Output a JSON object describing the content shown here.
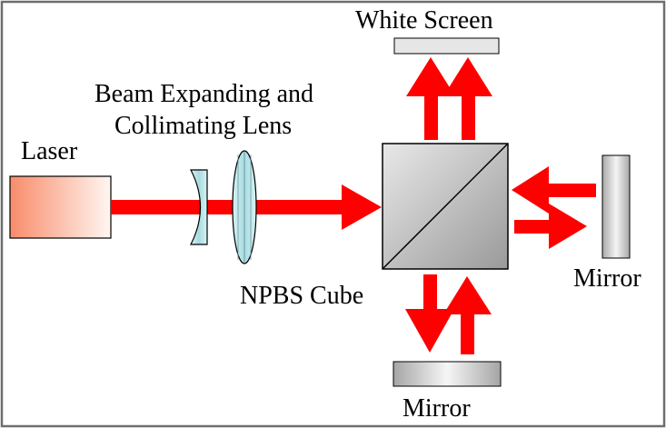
{
  "labels": {
    "laser": "Laser",
    "lens_line1": "Beam Expanding and",
    "lens_line2": "Collimating Lens",
    "cube": "NPBS Cube",
    "screen": "White Screen",
    "mirror_right": "Mirror",
    "mirror_bottom": "Mirror"
  },
  "colors": {
    "beam": "#ff0000",
    "laser_body_start": "#f88c6a",
    "laser_body_end": "#fff6f2",
    "lens": "#cdeef0",
    "cube": "#b5b5b5",
    "mirror": "#bfbfbf",
    "screen": "#e6e6e6",
    "frame": "#6e6e6e"
  }
}
